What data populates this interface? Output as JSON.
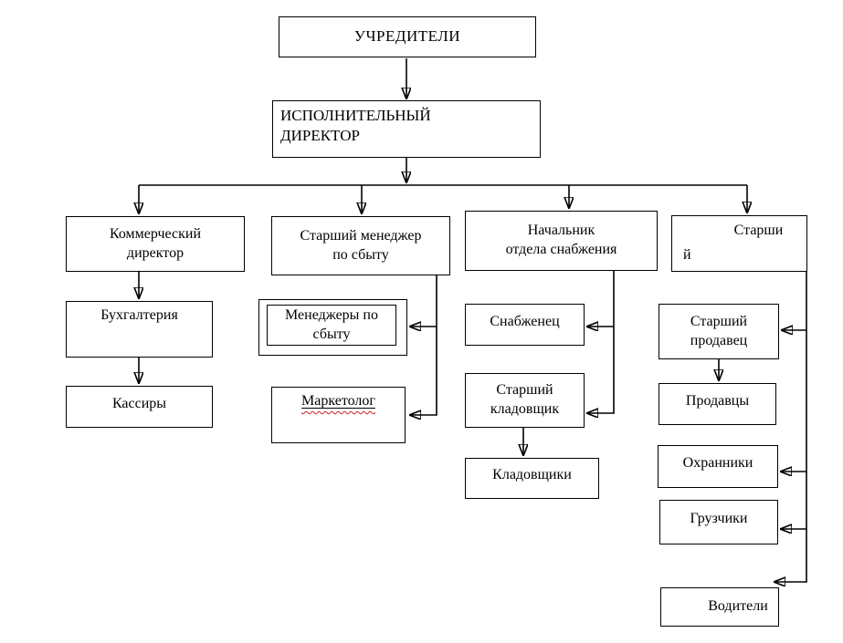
{
  "diagram": {
    "kind": "organizational-chart",
    "language": "ru",
    "colors": {
      "background": "#ffffff",
      "box_border": "#000000",
      "line": "#000000",
      "text": "#000000",
      "spellcheck_underline": "#cc2020"
    },
    "nodes": {
      "founders": {
        "label": "УЧРЕДИТЕЛИ"
      },
      "director": {
        "line1": "ИСПОЛНИТЕЛЬНЫЙ",
        "line2": "ДИРЕКТОР"
      },
      "commercial_director": {
        "line1": "Коммерческий",
        "line2": "директор"
      },
      "senior_sales_manager": {
        "line1": "Старший менеджер",
        "line2": "по сбыту"
      },
      "supply_head": {
        "line1": "Начальник",
        "line2": "отдела снабжения"
      },
      "senior": {
        "line1": "Старши",
        "line2": "й"
      },
      "accounting": {
        "label": "Бухгалтерия"
      },
      "cashiers": {
        "label": "Кассиры"
      },
      "sales_managers": {
        "line1": "Менеджеры по",
        "line2": "сбыту"
      },
      "marketer": {
        "label": "Маркетолог"
      },
      "supplier": {
        "label": "Снабженец"
      },
      "senior_warehouseman": {
        "line1": "Старший",
        "line2": "кладовщик"
      },
      "warehousemen": {
        "label": "Кладовщики"
      },
      "senior_seller": {
        "line1": "Старший",
        "line2": "продавец"
      },
      "sellers": {
        "label": "Продавцы"
      },
      "guards": {
        "label": "Охранники"
      },
      "loaders": {
        "label": "Грузчики"
      },
      "drivers": {
        "label": "Водители"
      }
    },
    "edges": [
      "founders -> director",
      "director -> commercial_director",
      "director -> senior_sales_manager",
      "director -> supply_head",
      "director -> senior",
      "commercial_director -> accounting",
      "accounting -> cashiers",
      "senior_sales_manager -> sales_managers",
      "senior_sales_manager -> marketer",
      "supply_head -> supplier",
      "supply_head -> senior_warehouseman",
      "senior_warehouseman -> warehousemen",
      "senior -> senior_seller",
      "senior_seller -> sellers",
      "senior -> guards",
      "senior -> loaders",
      "senior -> drivers"
    ]
  }
}
